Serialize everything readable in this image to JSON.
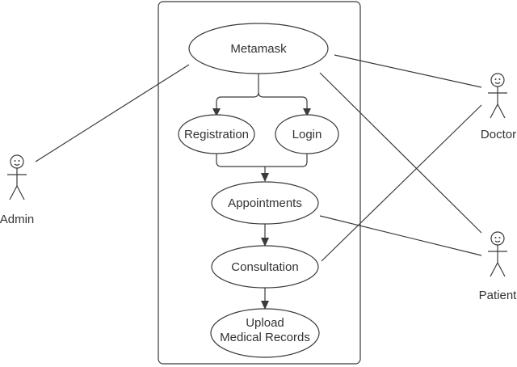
{
  "nodes": {
    "metamask": [
      "Metamask"
    ],
    "registration": [
      "Registration"
    ],
    "login": [
      "Login"
    ],
    "appointments": [
      "Appointments"
    ],
    "consultation": [
      "Consultation"
    ],
    "upload": [
      "Upload",
      "Medical Records"
    ]
  },
  "actors": {
    "admin": "Admin",
    "doctor": "Doctor",
    "patient": "Patient"
  },
  "colors": {
    "stroke": "#3a3a3a",
    "text": "#333333",
    "background": "#ffffff"
  }
}
